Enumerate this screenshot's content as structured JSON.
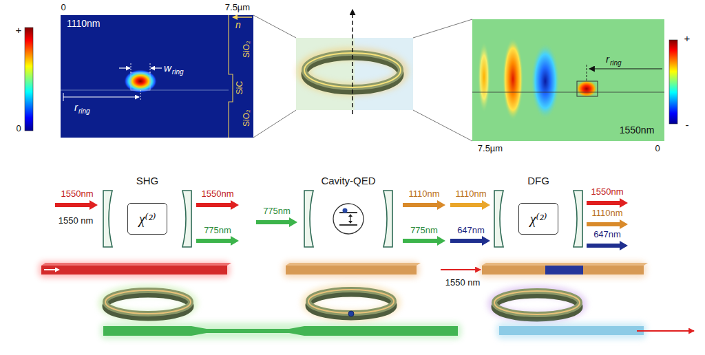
{
  "diagram": {
    "nodes": [
      {
        "text": [
          "SHG"
        ]
      },
      {
        "text": [
          "χ⁽²⁾"
        ],
        "in": 0
      },
      {
        "text": [
          "Cavity-QED"
        ]
      },
      {
        "text": [
          "DFG"
        ]
      },
      {
        "text": [
          "χ⁽²⁾"
        ],
        "in": 3
      }
    ],
    "labels": [
      "0",
      "7.5µm",
      "+",
      "0",
      "1110nm",
      "w",
      "ring",
      "r",
      "ring",
      "n",
      "SiC",
      "SiO₂",
      "SiO₂",
      "+",
      "-",
      "r",
      "ring",
      "1550nm",
      "7.5µm",
      "0",
      "1550nm",
      "1550 nm",
      "1550nm",
      "775nm",
      "775nm",
      "1110nm",
      "775nm",
      "1110nm",
      "647nm",
      "1550nm",
      "1110nm",
      "647nm",
      "1550 nm"
    ]
  }
}
